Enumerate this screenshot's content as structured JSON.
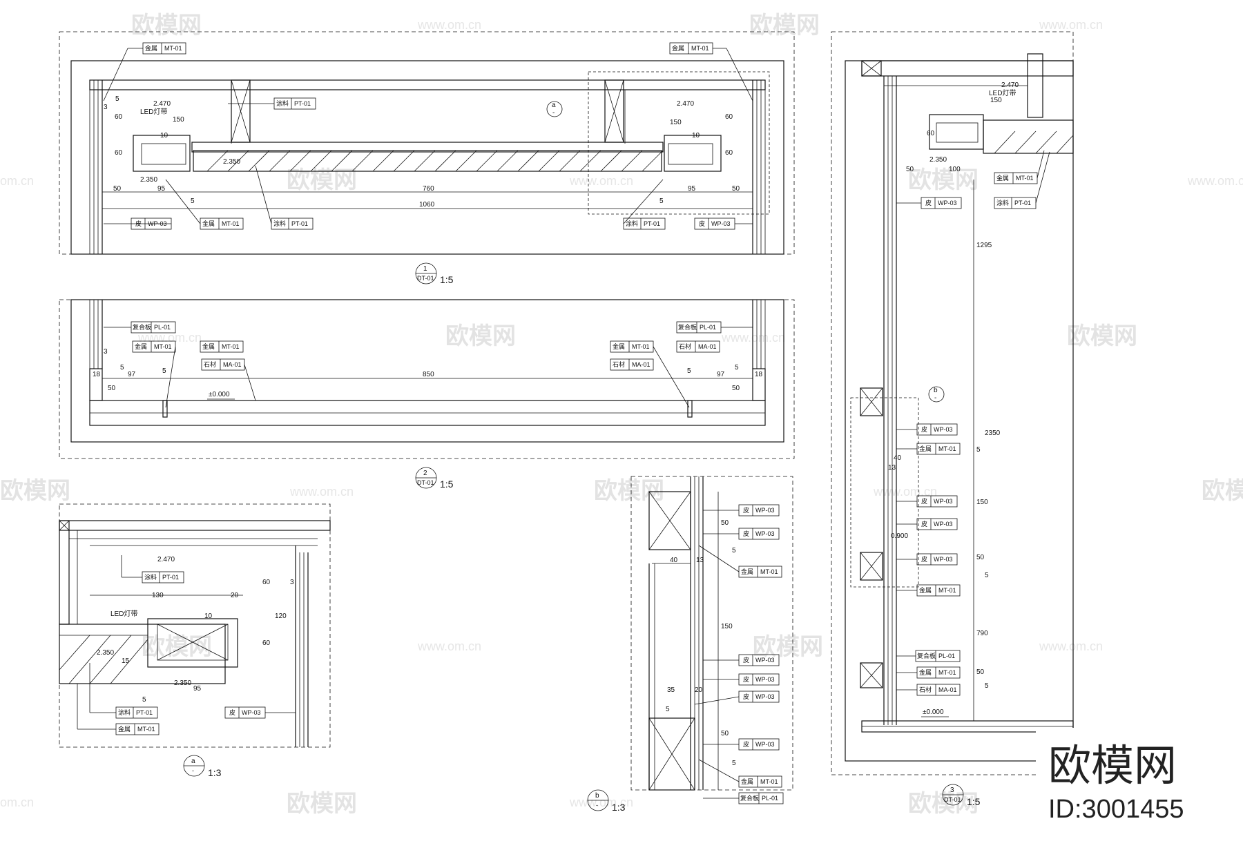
{
  "watermark": {
    "text": "欧模网",
    "url": "www.om.cn",
    "url_short": "om.cn"
  },
  "brand": {
    "name": "欧模网",
    "id": "ID:3001455"
  },
  "tag_codes": {
    "mt": [
      "金属",
      "MT-01"
    ],
    "pt": [
      "涂料",
      "PT-01"
    ],
    "wp": [
      "皮",
      "WP-03"
    ],
    "pl": [
      "复合板",
      "PL-01"
    ],
    "ma": [
      "石材",
      "MA-01"
    ]
  },
  "views": {
    "v1": {
      "label_top": "1",
      "label_bottom": "DT-01",
      "scale": "1:5",
      "dims": [
        "2.470",
        "2.470",
        "2.350",
        "2.350",
        "150",
        "150",
        "60",
        "60",
        "60",
        "60",
        "10",
        "10",
        "3",
        "5",
        "5",
        "5",
        "LED灯带",
        "50",
        "95",
        "760",
        "95",
        "50",
        "1060"
      ],
      "callout": {
        "top": "a",
        "bottom": "-"
      }
    },
    "v2": {
      "label_top": "2",
      "label_bottom": "DT-01",
      "scale": "1:5",
      "dims": [
        "3",
        "18",
        "97",
        "5",
        "850",
        "5",
        "97",
        "18",
        "50",
        "50",
        "5",
        "5",
        "±0.000"
      ]
    },
    "va": {
      "label_top": "a",
      "label_bottom": "-",
      "scale": "1:3",
      "dims": [
        "2.470",
        "130",
        "20",
        "60",
        "120",
        "60",
        "10",
        "LED灯带",
        "2.350",
        "2.350",
        "95",
        "5",
        "15",
        "3"
      ]
    },
    "vb": {
      "label_top": "b",
      "label_bottom": "-",
      "scale": "1:3",
      "dims": [
        "50",
        "5",
        "40",
        "13",
        "150",
        "35",
        "20",
        "5",
        "50",
        "5"
      ]
    },
    "v3": {
      "label_top": "3",
      "label_bottom": "DT-01",
      "scale": "1:5",
      "dims": [
        "2.470",
        "150",
        "LED灯带",
        "60",
        "2.350",
        "50",
        "100",
        "1295",
        "2350",
        "40",
        "13",
        "5",
        "150",
        "0.900",
        "50",
        "5",
        "790",
        "50",
        "5",
        "±0.000"
      ],
      "callout": {
        "top": "b",
        "bottom": "-"
      }
    }
  }
}
